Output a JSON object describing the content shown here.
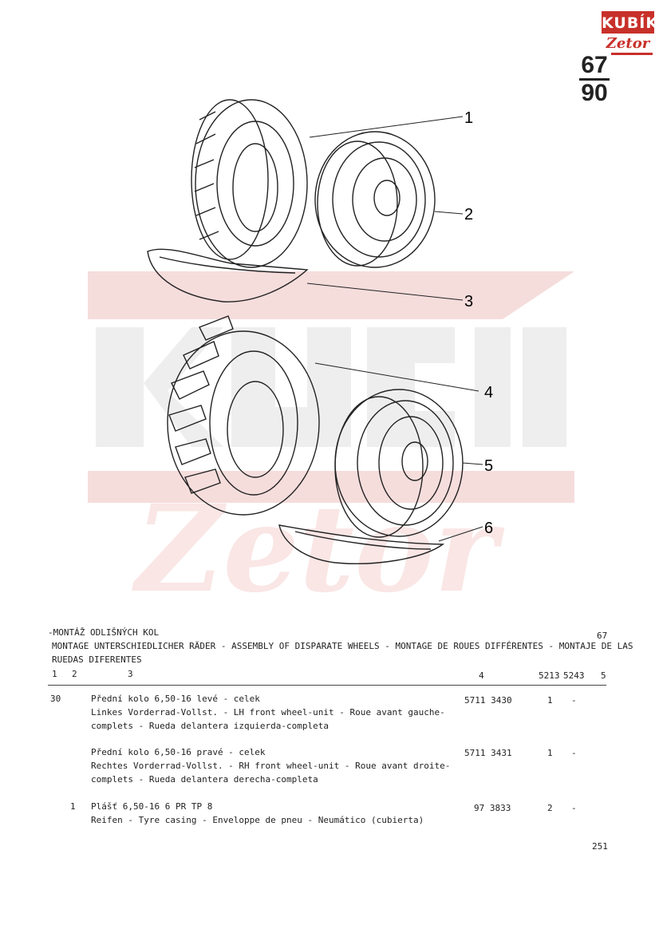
{
  "logo": {
    "brand": "KUBÍK",
    "sub": "Zetor"
  },
  "group_number": {
    "top": "67",
    "bottom": "90"
  },
  "callouts": [
    "1",
    "2",
    "3",
    "4",
    "5",
    "6"
  ],
  "section_title": {
    "cz": "-MONTÁŽ ODLIŠNÝCH KOL",
    "line2": "MONTAGE UNTERSCHIEDLICHER RÄDER - ASSEMBLY OF DISPARATE WHEELS - MONTAGE DE ROUES DIFFÉRENTES - MONTAJE DE LAS",
    "line3": "RUEDAS DIFERENTES",
    "code": "67"
  },
  "column_headers": {
    "c1": "1",
    "c2": "2",
    "c3": "3",
    "c4": "4",
    "c5a": "5213",
    "c5b": "5243",
    "c5": "5"
  },
  "rows": [
    {
      "pos": "30",
      "sub": "",
      "lines": [
        "Přední kolo 6,50-16 levé - celek",
        "Linkes Vorderrad-Vollst. - LH front wheel-unit - Roue avant gauche-",
        "complets - Rueda delantera izquierda-completa"
      ],
      "part": "5711 3430",
      "q1": "1",
      "q2": "-"
    },
    {
      "pos": "",
      "sub": "",
      "lines": [
        "Přední kolo 6,50-16 pravé - celek",
        "Rechtes Vorderrad-Vollst. - RH front wheel-unit - Roue avant droite-",
        "complets - Rueda delantera derecha-completa"
      ],
      "part": "5711 3431",
      "q1": "1",
      "q2": "-"
    },
    {
      "pos": "",
      "sub": "1",
      "lines": [
        "Plášť 6,50-16 6 PR TP 8",
        "Reifen - Tyre casing - Enveloppe de pneu - Neumático (cubierta)"
      ],
      "part": "97 3833",
      "q1": "2",
      "q2": "-"
    }
  ],
  "page_number": "251",
  "colors": {
    "brand_red": "#c8302a",
    "ink": "#222222"
  }
}
